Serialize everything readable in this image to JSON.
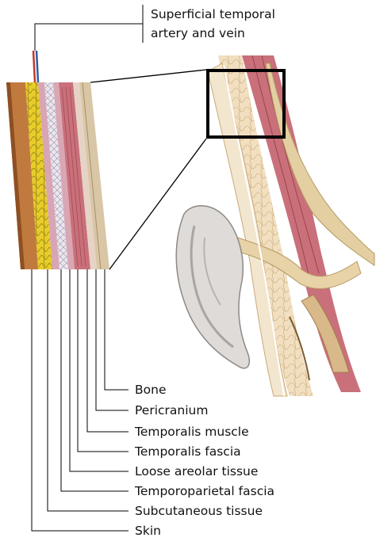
{
  "top_label": {
    "line1": "Superficial temporal",
    "line2": "artery and vein"
  },
  "layer_labels": [
    "Bone",
    "Pericranium",
    "Temporalis muscle",
    "Temporalis fascia",
    "Loose areolar tissue",
    "Temporoparietal fascia",
    "Subcutaneous tissue",
    "Skin"
  ],
  "colors": {
    "skin": "#c07a3e",
    "subcutaneous_fat": "#e8cc2a",
    "fascia": "#d9a7b4",
    "areolar": "#e9e6ec",
    "muscle": "#c9707a",
    "pericranium": "#e2cfc1",
    "bone": "#d8c6a6",
    "artery": "#c0392b",
    "vein": "#2e5fa8",
    "leader_line": "#000000"
  }
}
